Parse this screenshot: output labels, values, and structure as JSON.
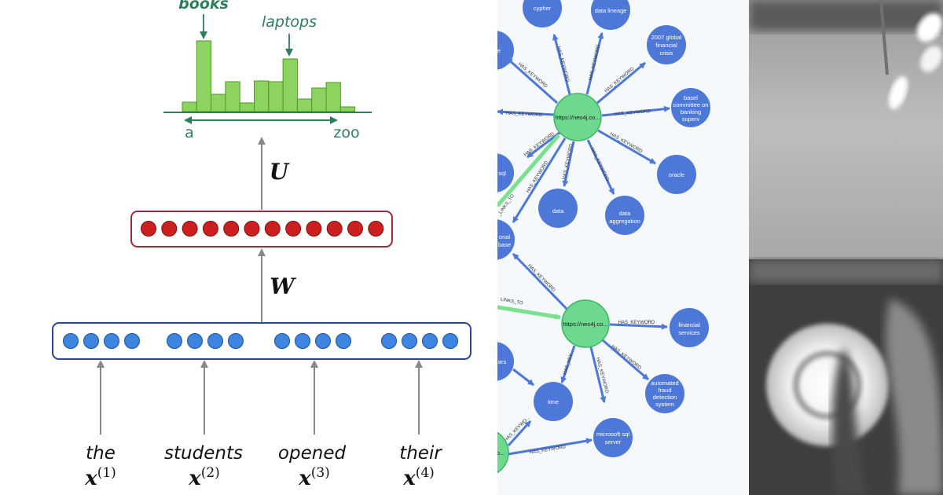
{
  "lm": {
    "histogram": {
      "annotations": [
        {
          "text": "books"
        },
        {
          "text": "laptops"
        }
      ],
      "axis_start": "a",
      "axis_end": "zoo",
      "values": [
        0.12,
        0.9,
        0.22,
        0.38,
        0.11,
        0.39,
        0.38,
        0.67,
        0.16,
        0.3,
        0.37,
        0.06
      ]
    },
    "weight_labels": {
      "output": "U",
      "hidden": "W"
    },
    "words": [
      {
        "word": "the",
        "index": "1"
      },
      {
        "word": "students",
        "index": "2"
      },
      {
        "word": "opened",
        "index": "3"
      },
      {
        "word": "their",
        "index": "4"
      }
    ],
    "vector_symbol": "x",
    "colors": {
      "histogram_bar": "#8dd35f",
      "histogram_bar_edge": "#4e9a2a",
      "annotation": "#2e7d5b",
      "hidden_node": "#cc1f1f",
      "hidden_box": "#a02a3a",
      "input_node": "#3d85e0",
      "input_box": "#2a4a8a",
      "arrow": "#888888"
    }
  },
  "graph": {
    "nodes": {
      "cypher": "cypher",
      "data_lineage": "data lineage",
      "crisis": [
        "2007 global",
        "financial",
        "crisis"
      ],
      "basel": [
        "basel",
        "committee on",
        "banking",
        "superv"
      ],
      "oracle": "oracle",
      "data_aggregation": [
        "data",
        "aggregation"
      ],
      "data": "data",
      "sql": "/ sql",
      "relational": [
        "onal",
        "base"
      ],
      "page1": "https://neo4j.co...",
      "page2": "https://neo4j.co...",
      "financial_services": [
        "financial",
        "services"
      ],
      "fraud": [
        "automated",
        "fraud",
        "detection",
        "system"
      ],
      "time": "time",
      "mssql": [
        "microsoft sql",
        "server"
      ],
      "ars": "ars",
      "e": "e"
    },
    "edge_labels": {
      "has_keyword": "HAS_KEYWORD",
      "links_to_1": "_LINKS_TO",
      "links_to_2": "LINKS_TO",
      "has_keywo": "HAS_KEYWO...",
      "has_key": "HAS_KEY..."
    },
    "colors": {
      "keyword_node": "#4e78d8",
      "page_node": "#6fd88f",
      "edge": "#4e78d8",
      "link_edge": "#7be08f"
    }
  }
}
